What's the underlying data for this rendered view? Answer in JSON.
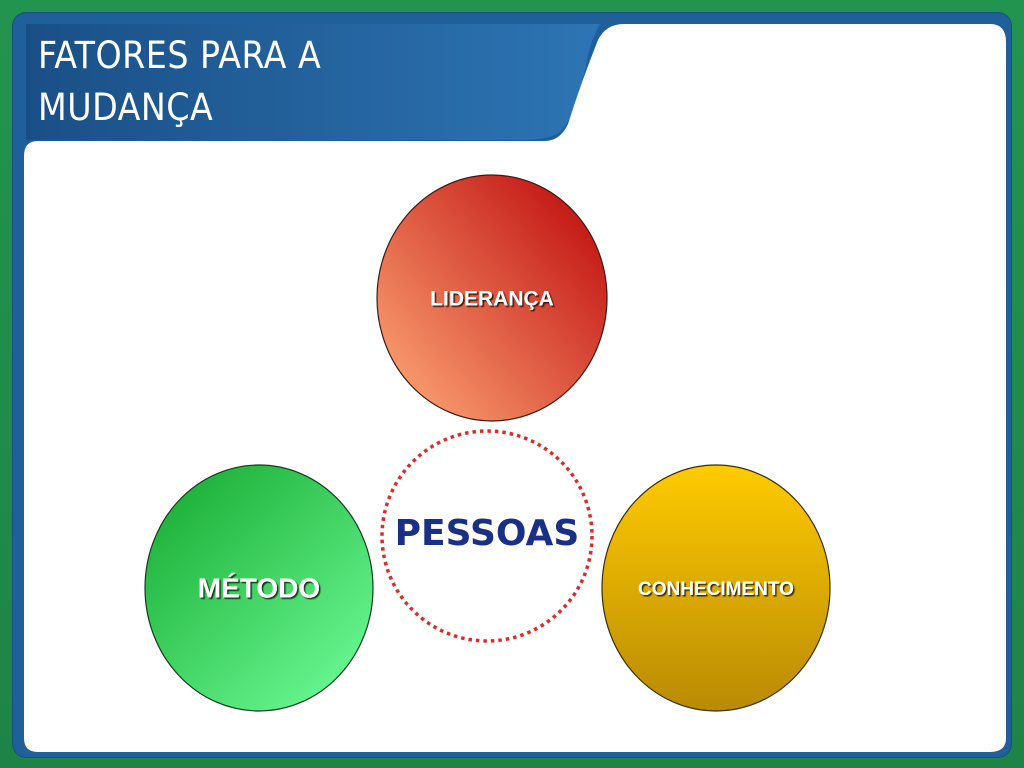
{
  "slide": {
    "title": "FATORES PARA  A\nMUDANÇA"
  },
  "diagram": {
    "center": {
      "label": "PESSOAS",
      "text_color": "#1a2f86",
      "border_color": "#dd2b2b"
    },
    "nodes": [
      {
        "id": "lideranca",
        "label": "LIDERANÇA",
        "color_dark": "#c00f0f",
        "color_light": "#f6956a"
      },
      {
        "id": "metodo",
        "label": "MÉTODO",
        "color_dark": "#1fb23a",
        "color_light": "#66f58f"
      },
      {
        "id": "conhecimento",
        "label": "CONHECIMENTO",
        "color_dark": "#f7c500",
        "color_light": "#b98a05"
      }
    ]
  },
  "colors": {
    "outer_green": "#1f8a4a",
    "header_blue": "#1f5f9a",
    "panel_white": "#ffffff"
  }
}
